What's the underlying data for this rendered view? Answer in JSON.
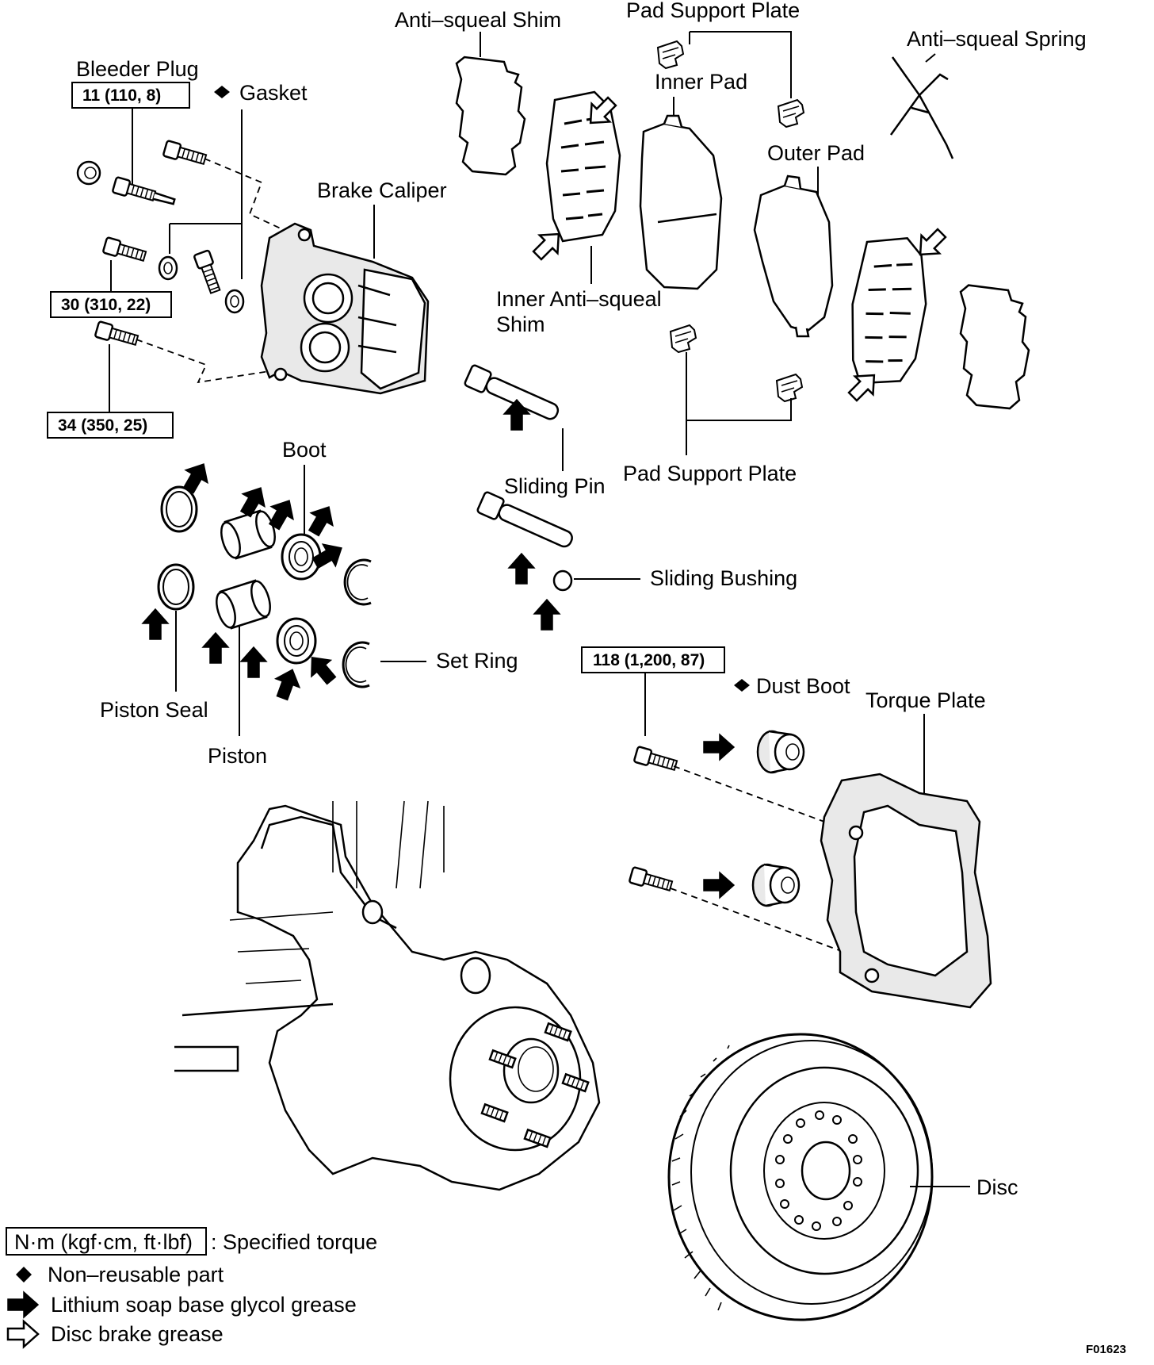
{
  "labels": {
    "bleeder_plug": "Bleeder Plug",
    "gasket": "Gasket",
    "brake_caliper": "Brake Caliper",
    "anti_squeal_shim": "Anti–squeal Shim",
    "pad_support_plate_top": "Pad Support Plate",
    "inner_pad": "Inner Pad",
    "anti_squeal_spring": "Anti–squeal Spring",
    "outer_pad": "Outer Pad",
    "inner_anti_squeal_shim_1": "Inner Anti–squeal",
    "inner_anti_squeal_shim_2": "Shim",
    "pad_support_plate_bottom": "Pad Support Plate",
    "sliding_pin": "Sliding Pin",
    "boot": "Boot",
    "sliding_bushing": "Sliding Bushing",
    "set_ring": "Set Ring",
    "piston_seal": "Piston Seal",
    "piston": "Piston",
    "dust_boot": "Dust Boot",
    "torque_plate": "Torque Plate",
    "disc": "Disc"
  },
  "torque_specs": {
    "bleeder_plug": "11 (110, 8)",
    "bolt_upper": "30 (310, 22)",
    "bolt_lower": "34 (350, 25)",
    "torque_plate_bolt": "118 (1,200, 87)"
  },
  "legend": {
    "torque_unit": "N·m (kgf·cm, ft·lbf)",
    "torque_desc": ": Specified torque",
    "non_reusable": "Non–reusable part",
    "lithium_grease": "Lithium soap base glycol grease",
    "disc_brake_grease": "Disc brake grease"
  },
  "figure_id": "F01623"
}
